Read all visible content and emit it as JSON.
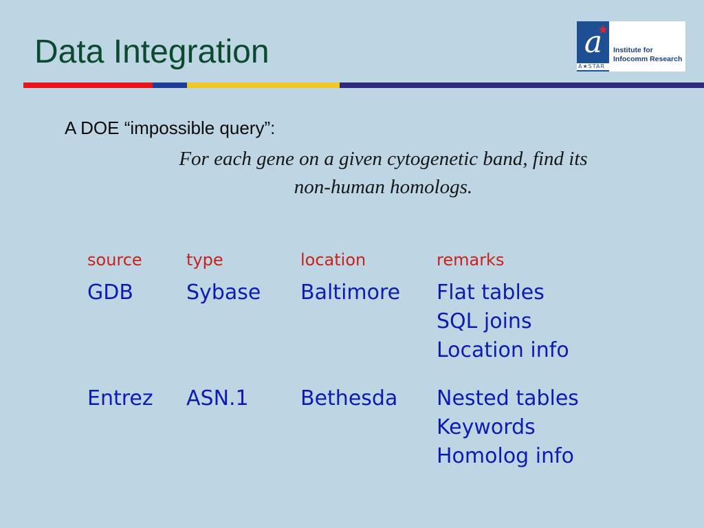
{
  "slide": {
    "title": "Data Integration",
    "rule_colors": [
      "#e8141b",
      "#1d3e95",
      "#f3c627",
      "#302a7c"
    ],
    "logo": {
      "mark": "a",
      "star": "★",
      "org_mark": "A★STAR",
      "lines": [
        "Institute for",
        "Infocomm Research"
      ]
    },
    "query_intro": "A DOE “impossible query”:",
    "query_line1": "For each gene on a given cytogenetic band, find its",
    "query_line2": "non-human homologs."
  },
  "table": {
    "header_color": "#c7221c",
    "text_color": "#0e1bb3",
    "headers": [
      "source",
      "type",
      "location",
      "remarks"
    ],
    "rows": [
      {
        "source": "GDB",
        "type": "Sybase",
        "location": "Baltimore",
        "remarks": [
          "Flat tables",
          "SQL joins",
          "Location info"
        ]
      },
      {
        "source": "Entrez",
        "type": "ASN.1",
        "location": "Bethesda",
        "remarks": [
          "Nested tables",
          "Keywords",
          "Homolog info"
        ]
      }
    ]
  }
}
